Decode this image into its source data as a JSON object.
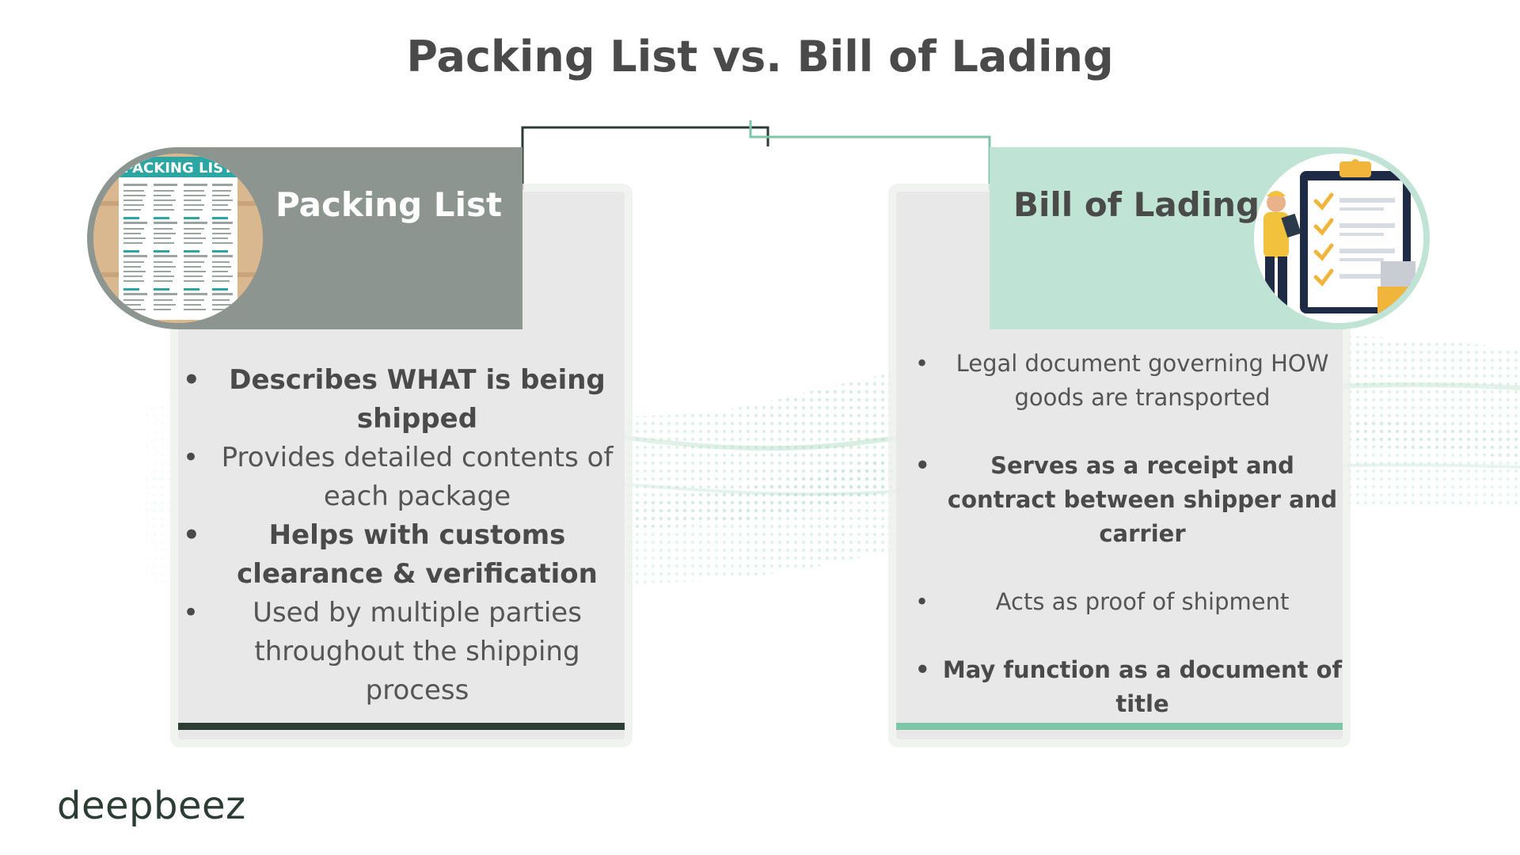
{
  "title": "Packing List vs. Bill of Lading",
  "left": {
    "heading": "Packing List",
    "thumb_heading": "PACKING LIST",
    "bullets": [
      {
        "text": "Describes WHAT is being shipped",
        "bold": true
      },
      {
        "text": "Provides detailed contents of each package",
        "bold": false
      },
      {
        "text": "Helps with customs clearance & verification",
        "bold": true
      },
      {
        "text": "Used by multiple parties throughout the shipping process",
        "bold": false
      }
    ]
  },
  "right": {
    "heading": "Bill of Lading",
    "bullets": [
      {
        "text": "Legal document governing HOW goods are transported",
        "bold": false
      },
      {
        "text": "Serves as a receipt and contract between shipper and carrier",
        "bold": true
      },
      {
        "text": "Acts as proof of shipment",
        "bold": false
      },
      {
        "text": "May function as a document of title",
        "bold": true
      }
    ]
  },
  "brand": "deepbeez",
  "icons": {
    "left_thumb": "packing-list-document-icon",
    "right_thumb": "clipboard-checklist-icon"
  },
  "colors": {
    "title_text": "#4a4a4a",
    "left_banner": "#8c9590",
    "left_accent": "#2b3d34",
    "right_banner": "#bfe3d4",
    "right_accent": "#7fc6a8",
    "card_bg": "#e8e8e8"
  }
}
